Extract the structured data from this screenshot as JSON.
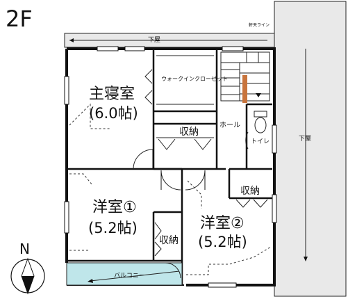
{
  "floor_label": "2F",
  "roof_top_label": "下屋",
  "roof_right_label": "下屋",
  "eaves_label": "軒天ライン",
  "rooms": {
    "master_bedroom": {
      "name": "主寝室",
      "size": "(6.0帖)"
    },
    "walkin_closet": {
      "name": "ウォークインクローゼット"
    },
    "storage_master": {
      "name": "収納"
    },
    "hall": {
      "name": "ホール"
    },
    "toilet": {
      "name": "トイレ"
    },
    "western_1": {
      "name": "洋室①",
      "size": "(5.2帖)"
    },
    "storage_1": {
      "name": "収納"
    },
    "western_2": {
      "name": "洋室②",
      "size": "(5.2帖)"
    },
    "storage_2": {
      "name": "収納"
    },
    "balcony": {
      "name": "バルコニー"
    }
  },
  "compass": {
    "label": "N"
  },
  "colors": {
    "line": "#111111",
    "roof_fill": "#e9e9e9",
    "balcony_fill": "#bfe6ea",
    "stair_accent": "#c8743c"
  }
}
